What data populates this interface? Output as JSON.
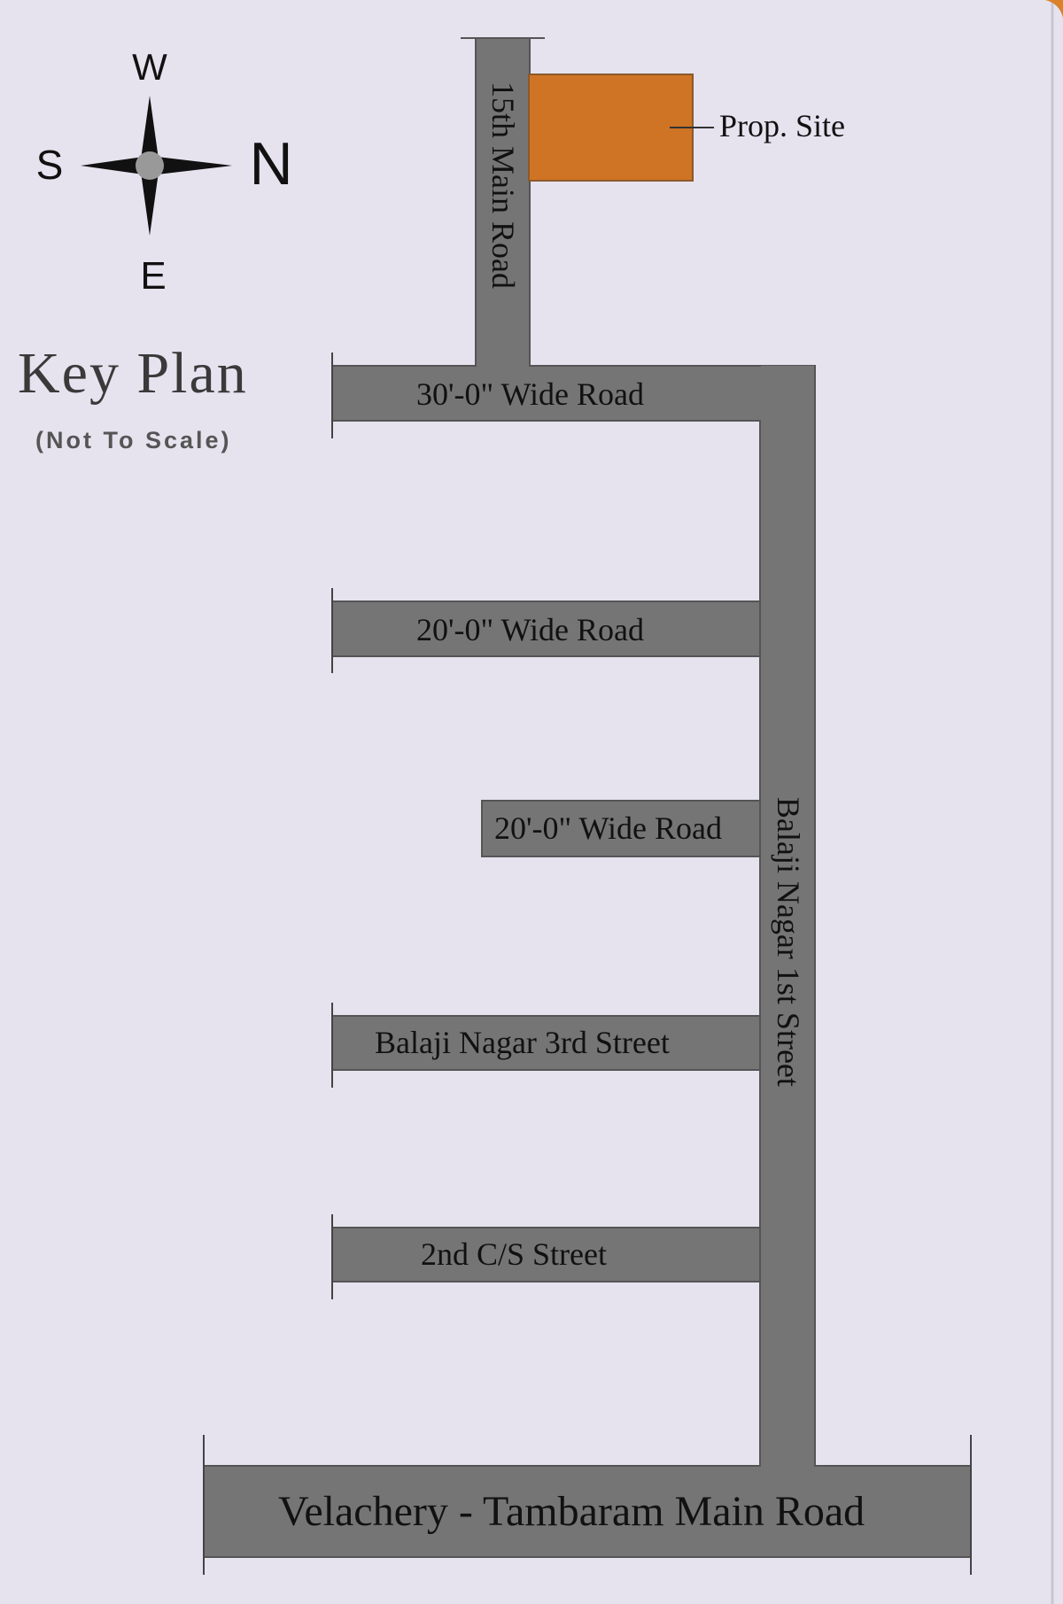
{
  "compass": {
    "west": "W",
    "south": "S",
    "north": "N",
    "east": "E"
  },
  "title": {
    "main": "Key Plan",
    "sub": "(Not To Scale)"
  },
  "site": {
    "label": "Prop. Site",
    "color": "#cf7425"
  },
  "roads": {
    "main_15th": "15th Main Road",
    "wide_30": "30'-0\" Wide Road",
    "wide_20_a": "20'-0\" Wide Road",
    "wide_20_b": "20'-0\" Wide Road",
    "balaji_1st": "Balaji Nagar 1st Street",
    "balaji_3rd": "Balaji Nagar 3rd Street",
    "cs_2nd": "2nd C/S Street",
    "velachery": "Velachery - Tambaram Main Road"
  },
  "colors": {
    "background": "#e6e3ef",
    "road": "#757575",
    "text": "#1a1a1a"
  }
}
